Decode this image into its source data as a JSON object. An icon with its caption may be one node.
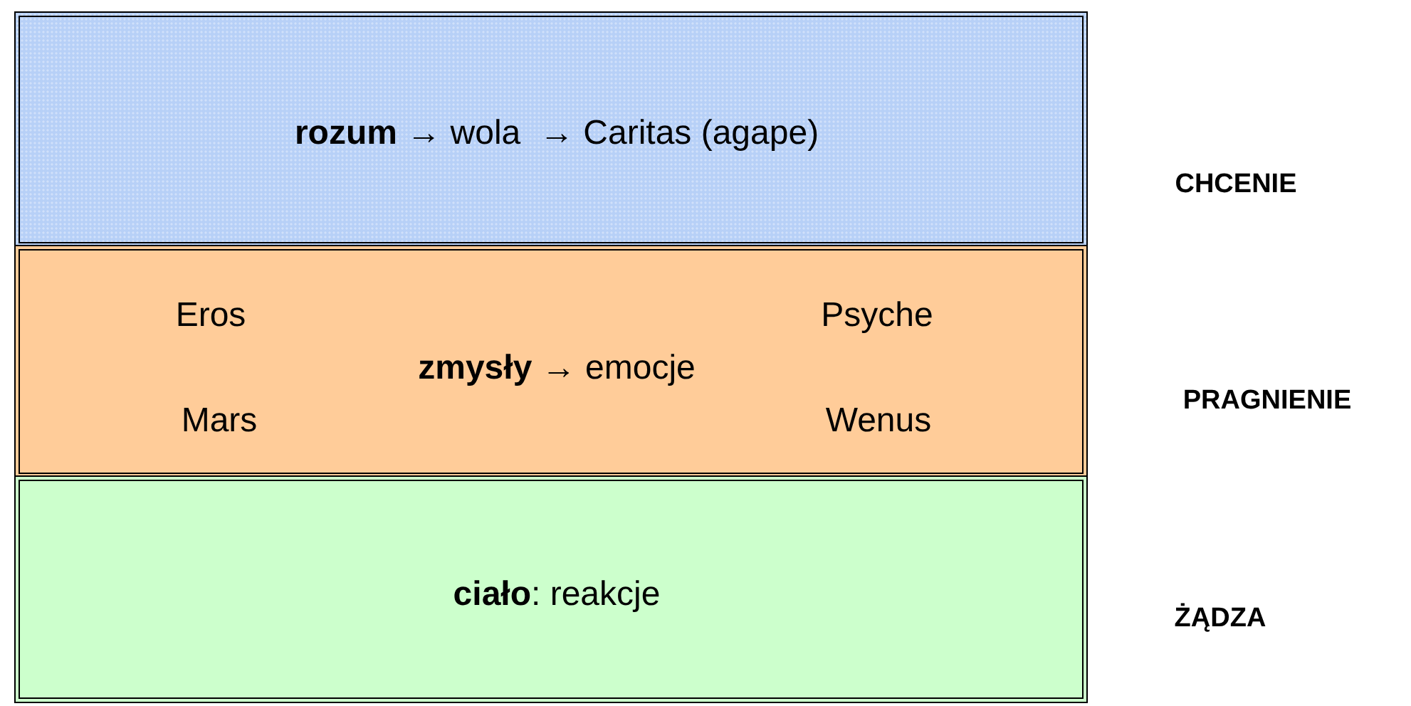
{
  "diagram": {
    "nodes": [
      {
        "text": [
          "**rozum** → wola  → Caritas (agape)"
        ],
        "beside": [
          "CHCENIE"
        ]
      },
      {
        "text": [
          "Eros",
          "Psyche",
          "**zmysły** → emocje",
          "Mars",
          "Wenus"
        ],
        "beside": [
          "PRAGNIENIE"
        ]
      },
      {
        "text": [
          "**ciało**: reakcje"
        ],
        "beside": [
          "ŻĄDZA"
        ]
      }
    ]
  }
}
